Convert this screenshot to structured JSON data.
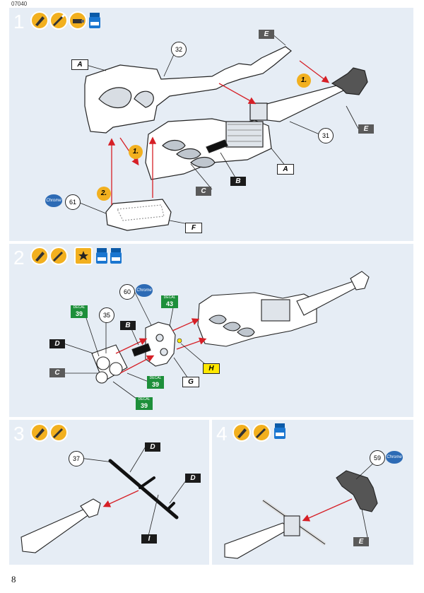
{
  "doc_code": "07040",
  "page_number": "8",
  "colors": {
    "panel": "#e6edf5",
    "tool_icon": "#f2b01f",
    "highlight_tag": "#ffe800",
    "decal_tag": "#1d8f3a",
    "arrow": "#d61f26",
    "dark_tag": "#1b1b1b"
  },
  "steps": [
    {
      "number": "1",
      "tools": [
        "cement-icon",
        "brush-icon",
        "glue-tube-icon",
        "paint-jar-icon"
      ],
      "part_numbers": [
        "32",
        "31",
        "61"
      ],
      "chrome_label": "Chrome",
      "order_marks": [
        "1.",
        "1.",
        "2."
      ],
      "tags": {
        "a1": "A",
        "a2": "A",
        "b": "B",
        "c": "C",
        "e1": "E",
        "e2": "E",
        "f": "F"
      }
    },
    {
      "number": "2",
      "tools": [
        "cement-icon",
        "brush-icon",
        "decal-icon",
        "paint-jar-icon",
        "paint-jar-icon"
      ],
      "part_numbers": [
        "60",
        "35"
      ],
      "chrome_label": "Chrome",
      "decals": [
        {
          "label": "DECAL",
          "num": "43"
        },
        {
          "label": "DECAL",
          "num": "39"
        },
        {
          "label": "DECAL",
          "num": "39"
        },
        {
          "label": "DECAL",
          "num": "39"
        }
      ],
      "tags": {
        "b": "B",
        "d": "D",
        "c": "C",
        "g": "G",
        "h": "H"
      }
    },
    {
      "number": "3",
      "tools": [
        "cement-icon",
        "brush-icon"
      ],
      "part_numbers": [
        "37"
      ],
      "tags": {
        "d1": "D",
        "d2": "D",
        "i": "I"
      }
    },
    {
      "number": "4",
      "tools": [
        "cement-icon",
        "brush-icon",
        "paint-jar-icon"
      ],
      "part_numbers": [
        "59"
      ],
      "chrome_label": "Chrome",
      "tags": {
        "e": "E"
      }
    }
  ]
}
